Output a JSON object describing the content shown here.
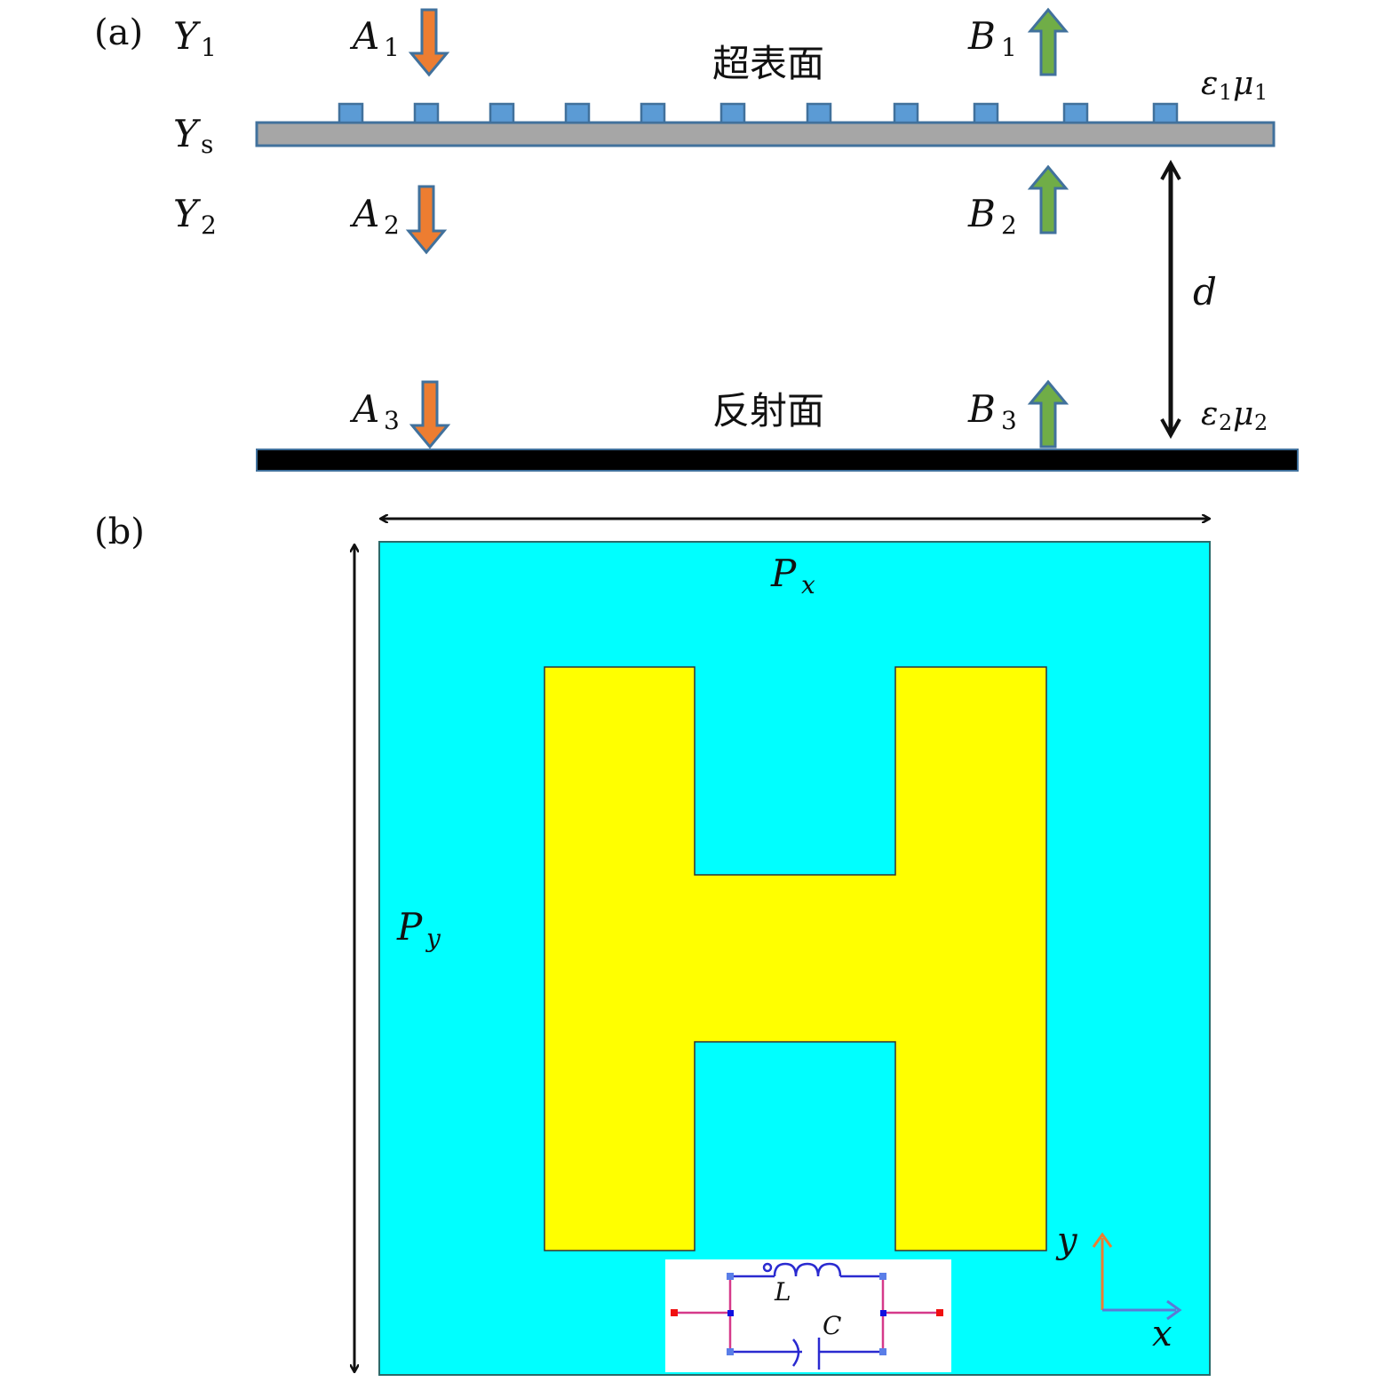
{
  "panel_a": {
    "label": "(a)",
    "Y1": {
      "main": "Y",
      "sub": "1"
    },
    "Ys": {
      "main": "Y",
      "sub": "s"
    },
    "Y2": {
      "main": "Y",
      "sub": "2"
    },
    "A1": {
      "main": "A",
      "sub": "1"
    },
    "A2": {
      "main": "A",
      "sub": "2"
    },
    "A3": {
      "main": "A",
      "sub": "3"
    },
    "B1": {
      "main": "B",
      "sub": "1"
    },
    "B2": {
      "main": "B",
      "sub": "2"
    },
    "B3": {
      "main": "B",
      "sub": "3"
    },
    "metasurface_label": "超表面",
    "reflector_label": "反射面",
    "medium1": {
      "e": "ε",
      "es": "1",
      "m": "μ",
      "ms": "1"
    },
    "medium2": {
      "e": "ε",
      "es": "2",
      "m": "μ",
      "ms": "2"
    },
    "distance": "d"
  },
  "panel_b": {
    "label": "(b)",
    "Px": {
      "main": "P",
      "sub": "x"
    },
    "Py": {
      "main": "P",
      "sub": "y"
    },
    "axis_y": "y",
    "axis_x": "x",
    "inductor": "L",
    "capacitor": "C"
  },
  "colors": {
    "incident_arrow": "#ed7d31",
    "reflected_arrow": "#70ad47",
    "arrow_outline": "#41719c",
    "substrate": "#00ffff",
    "patch": "#ffff00",
    "metasurface_bar": "#a6a6a6",
    "unit_cell": "#5b9bd5"
  }
}
